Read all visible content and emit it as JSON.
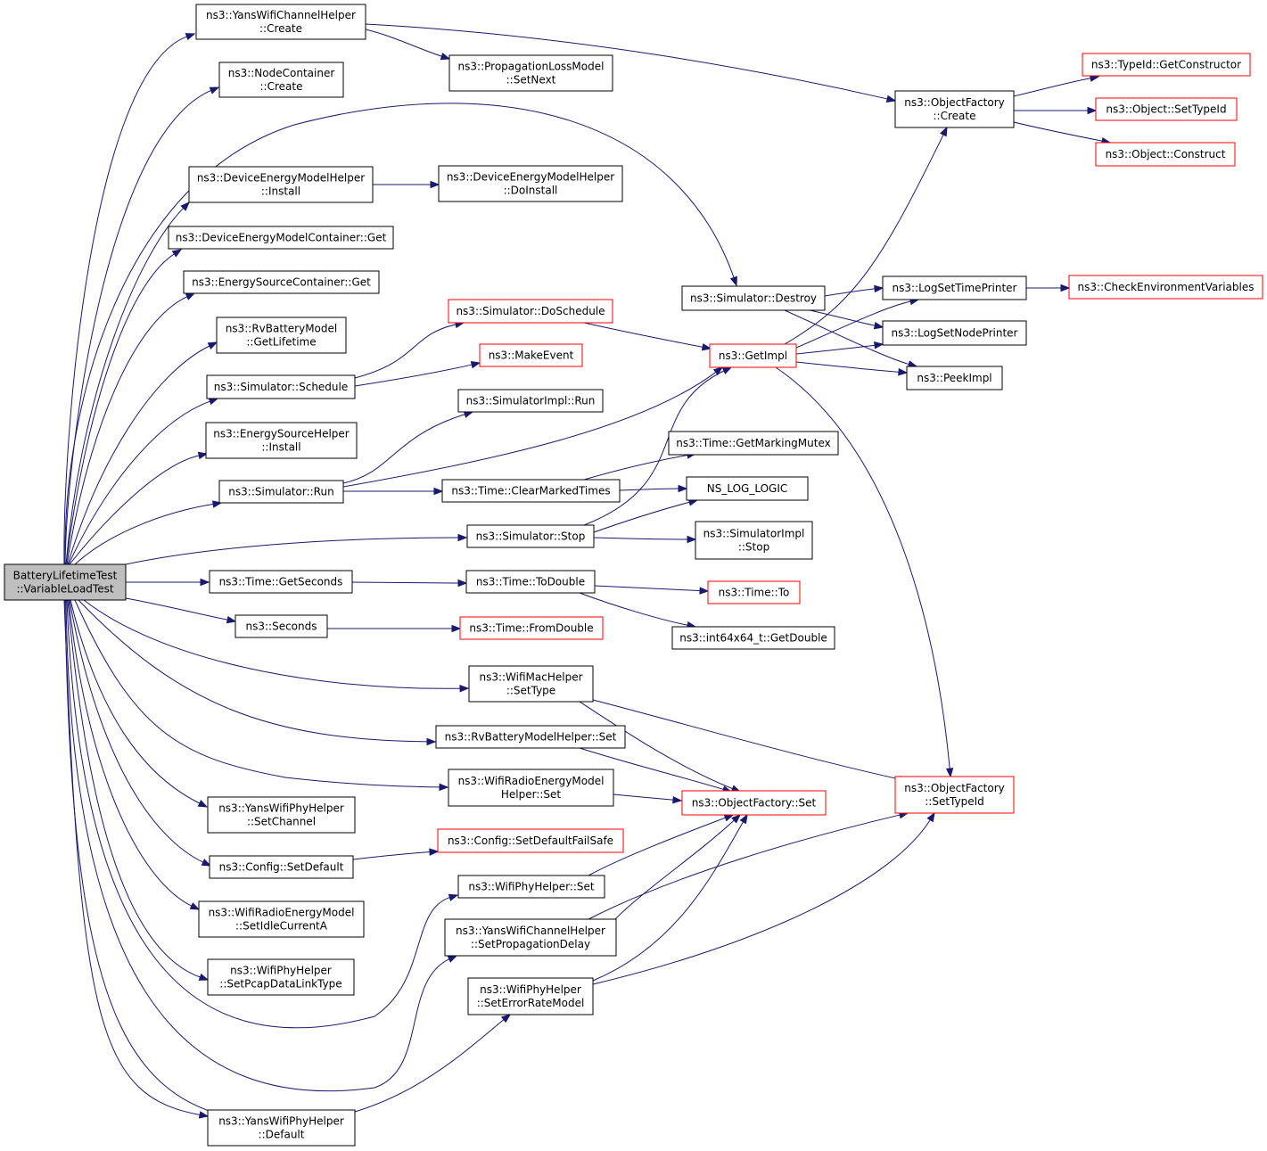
{
  "diagram": {
    "colors": {
      "edge": "#191970",
      "node_border": "#000000",
      "truncated_node_border": "#ff0000",
      "root_fill": "#bfbfbf",
      "node_fill": "#ffffff"
    },
    "nodes": [
      {
        "id": "root",
        "lines": [
          "BatteryLifetimeTest",
          "::VariableLoadTest"
        ],
        "style": "root"
      },
      {
        "id": "yans_chan_create",
        "lines": [
          "ns3::YansWifiChannelHelper",
          "::Create"
        ],
        "style": "normal"
      },
      {
        "id": "nodecont_create",
        "lines": [
          "ns3::NodeContainer",
          "::Create"
        ],
        "style": "normal"
      },
      {
        "id": "dev_energy_install",
        "lines": [
          "ns3::DeviceEnergyModelHelper",
          "::Install"
        ],
        "style": "normal"
      },
      {
        "id": "dev_energy_cont_get",
        "lines": [
          "ns3::DeviceEnergyModelContainer::Get"
        ],
        "style": "normal"
      },
      {
        "id": "energy_src_cont_get",
        "lines": [
          "ns3::EnergySourceContainer::Get"
        ],
        "style": "normal"
      },
      {
        "id": "rv_get_lifetime",
        "lines": [
          "ns3::RvBatteryModel",
          "::GetLifetime"
        ],
        "style": "normal"
      },
      {
        "id": "sim_schedule",
        "lines": [
          "ns3::Simulator::Schedule"
        ],
        "style": "normal"
      },
      {
        "id": "energy_src_install",
        "lines": [
          "ns3::EnergySourceHelper",
          "::Install"
        ],
        "style": "normal"
      },
      {
        "id": "sim_run",
        "lines": [
          "ns3::Simulator::Run"
        ],
        "style": "normal"
      },
      {
        "id": "time_getseconds",
        "lines": [
          "ns3::Time::GetSeconds"
        ],
        "style": "normal"
      },
      {
        "id": "seconds",
        "lines": [
          "ns3::Seconds"
        ],
        "style": "normal"
      },
      {
        "id": "yans_phy_setchannel",
        "lines": [
          "ns3::YansWifiPhyHelper",
          "::SetChannel"
        ],
        "style": "normal"
      },
      {
        "id": "config_setdefault",
        "lines": [
          "ns3::Config::SetDefault"
        ],
        "style": "normal"
      },
      {
        "id": "wifi_radio_setidle",
        "lines": [
          "ns3::WifiRadioEnergyModel",
          "::SetIdleCurrentA"
        ],
        "style": "normal"
      },
      {
        "id": "wifiphy_setpcap",
        "lines": [
          "ns3::WifiPhyHelper",
          "::SetPcapDataLinkType"
        ],
        "style": "normal"
      },
      {
        "id": "yans_phy_default",
        "lines": [
          "ns3::YansWifiPhyHelper",
          "::Default"
        ],
        "style": "normal"
      },
      {
        "id": "prop_loss_setnext",
        "lines": [
          "ns3::PropagationLossModel",
          "::SetNext"
        ],
        "style": "normal"
      },
      {
        "id": "dev_energy_doinstall",
        "lines": [
          "ns3::DeviceEnergyModelHelper",
          "::DoInstall"
        ],
        "style": "normal"
      },
      {
        "id": "sim_doschedule",
        "lines": [
          "ns3::Simulator::DoSchedule"
        ],
        "style": "red"
      },
      {
        "id": "make_event",
        "lines": [
          "ns3::MakeEvent"
        ],
        "style": "red"
      },
      {
        "id": "simimpl_run",
        "lines": [
          "ns3::SimulatorImpl::Run"
        ],
        "style": "normal"
      },
      {
        "id": "time_clearmarked",
        "lines": [
          "ns3::Time::ClearMarkedTimes"
        ],
        "style": "normal"
      },
      {
        "id": "sim_stop",
        "lines": [
          "ns3::Simulator::Stop"
        ],
        "style": "normal"
      },
      {
        "id": "time_todouble",
        "lines": [
          "ns3::Time::ToDouble"
        ],
        "style": "normal"
      },
      {
        "id": "time_fromdouble",
        "lines": [
          "ns3::Time::FromDouble"
        ],
        "style": "red"
      },
      {
        "id": "wifimac_settype",
        "lines": [
          "ns3::WifiMacHelper",
          "::SetType"
        ],
        "style": "normal"
      },
      {
        "id": "rv_helper_set",
        "lines": [
          "ns3::RvBatteryModelHelper::Set"
        ],
        "style": "normal"
      },
      {
        "id": "wifi_radio_helper_set",
        "lines": [
          "ns3::WifiRadioEnergyModel",
          "Helper::Set"
        ],
        "style": "normal"
      },
      {
        "id": "config_setdefaultfailsafe",
        "lines": [
          "ns3::Config::SetDefaultFailSafe"
        ],
        "style": "red"
      },
      {
        "id": "wifiphy_set",
        "lines": [
          "ns3::WifiPhyHelper::Set"
        ],
        "style": "normal"
      },
      {
        "id": "yans_chan_setpropdelay",
        "lines": [
          "ns3::YansWifiChannelHelper",
          "::SetPropagationDelay"
        ],
        "style": "normal"
      },
      {
        "id": "wifiphy_seterrorrate",
        "lines": [
          "ns3::WifiPhyHelper",
          "::SetErrorRateModel"
        ],
        "style": "normal"
      },
      {
        "id": "sim_destroy",
        "lines": [
          "ns3::Simulator::Destroy"
        ],
        "style": "normal"
      },
      {
        "id": "getimpl",
        "lines": [
          "ns3::GetImpl"
        ],
        "style": "red"
      },
      {
        "id": "time_getmarkingmutex",
        "lines": [
          "ns3::Time::GetMarkingMutex"
        ],
        "style": "normal"
      },
      {
        "id": "ns_log_logic",
        "lines": [
          "NS_LOG_LOGIC"
        ],
        "style": "normal"
      },
      {
        "id": "simimpl_stop",
        "lines": [
          "ns3::SimulatorImpl",
          "::Stop"
        ],
        "style": "normal"
      },
      {
        "id": "time_to",
        "lines": [
          "ns3::Time::To"
        ],
        "style": "red"
      },
      {
        "id": "int64_getdouble",
        "lines": [
          "ns3::int64x64_t::GetDouble"
        ],
        "style": "normal"
      },
      {
        "id": "objfactory_set",
        "lines": [
          "ns3::ObjectFactory::Set"
        ],
        "style": "red"
      },
      {
        "id": "objfactory_create",
        "lines": [
          "ns3::ObjectFactory",
          "::Create"
        ],
        "style": "normal"
      },
      {
        "id": "log_settimeprinter",
        "lines": [
          "ns3::LogSetTimePrinter"
        ],
        "style": "normal"
      },
      {
        "id": "log_setnodeprinter",
        "lines": [
          "ns3::LogSetNodePrinter"
        ],
        "style": "normal"
      },
      {
        "id": "peekimpl",
        "lines": [
          "ns3::PeekImpl"
        ],
        "style": "normal"
      },
      {
        "id": "objfactory_settypeid",
        "lines": [
          "ns3::ObjectFactory",
          "::SetTypeId"
        ],
        "style": "red"
      },
      {
        "id": "typeid_getconstructor",
        "lines": [
          "ns3::TypeId::GetConstructor"
        ],
        "style": "red"
      },
      {
        "id": "object_settypeid",
        "lines": [
          "ns3::Object::SetTypeId"
        ],
        "style": "red"
      },
      {
        "id": "object_construct",
        "lines": [
          "ns3::Object::Construct"
        ],
        "style": "red"
      },
      {
        "id": "check_env_vars",
        "lines": [
          "ns3::CheckEnvironmentVariables"
        ],
        "style": "red"
      }
    ],
    "edges": [
      [
        "root",
        "yans_chan_create"
      ],
      [
        "root",
        "nodecont_create"
      ],
      [
        "root",
        "sim_destroy"
      ],
      [
        "root",
        "dev_energy_install"
      ],
      [
        "root",
        "dev_energy_cont_get"
      ],
      [
        "root",
        "energy_src_cont_get"
      ],
      [
        "root",
        "rv_get_lifetime"
      ],
      [
        "root",
        "sim_schedule"
      ],
      [
        "root",
        "energy_src_install"
      ],
      [
        "root",
        "sim_run"
      ],
      [
        "root",
        "sim_stop"
      ],
      [
        "root",
        "time_getseconds"
      ],
      [
        "root",
        "seconds"
      ],
      [
        "root",
        "wifimac_settype"
      ],
      [
        "root",
        "rv_helper_set"
      ],
      [
        "root",
        "wifi_radio_helper_set"
      ],
      [
        "root",
        "yans_phy_setchannel"
      ],
      [
        "root",
        "config_setdefault"
      ],
      [
        "root",
        "wifi_radio_setidle"
      ],
      [
        "root",
        "wifiphy_setpcap"
      ],
      [
        "root",
        "wifiphy_set"
      ],
      [
        "root",
        "yans_chan_setpropdelay"
      ],
      [
        "root",
        "wifiphy_seterrorrate"
      ],
      [
        "root",
        "yans_phy_default"
      ],
      [
        "yans_chan_create",
        "prop_loss_setnext"
      ],
      [
        "yans_chan_create",
        "objfactory_create"
      ],
      [
        "dev_energy_install",
        "dev_energy_doinstall"
      ],
      [
        "sim_schedule",
        "sim_doschedule"
      ],
      [
        "sim_schedule",
        "make_event"
      ],
      [
        "sim_doschedule",
        "getimpl"
      ],
      [
        "sim_run",
        "simimpl_run"
      ],
      [
        "sim_run",
        "getimpl"
      ],
      [
        "sim_run",
        "time_clearmarked"
      ],
      [
        "time_clearmarked",
        "time_getmarkingmutex"
      ],
      [
        "time_clearmarked",
        "ns_log_logic"
      ],
      [
        "sim_stop",
        "getimpl"
      ],
      [
        "sim_stop",
        "ns_log_logic"
      ],
      [
        "sim_stop",
        "simimpl_stop"
      ],
      [
        "time_getseconds",
        "time_todouble"
      ],
      [
        "time_todouble",
        "time_to"
      ],
      [
        "time_todouble",
        "int64_getdouble"
      ],
      [
        "seconds",
        "time_fromdouble"
      ],
      [
        "wifimac_settype",
        "objfactory_set"
      ],
      [
        "wifimac_settype",
        "objfactory_settypeid"
      ],
      [
        "rv_helper_set",
        "objfactory_set"
      ],
      [
        "wifi_radio_helper_set",
        "objfactory_set"
      ],
      [
        "config_setdefault",
        "config_setdefaultfailsafe"
      ],
      [
        "wifiphy_set",
        "objfactory_set"
      ],
      [
        "yans_chan_setpropdelay",
        "objfactory_set"
      ],
      [
        "yans_chan_setpropdelay",
        "objfactory_settypeid"
      ],
      [
        "wifiphy_seterrorrate",
        "objfactory_set"
      ],
      [
        "wifiphy_seterrorrate",
        "objfactory_settypeid"
      ],
      [
        "sim_destroy",
        "log_settimeprinter"
      ],
      [
        "sim_destroy",
        "log_setnodeprinter"
      ],
      [
        "sim_destroy",
        "peekimpl"
      ],
      [
        "getimpl",
        "objfactory_create"
      ],
      [
        "getimpl",
        "log_settimeprinter"
      ],
      [
        "getimpl",
        "log_setnodeprinter"
      ],
      [
        "getimpl",
        "peekimpl"
      ],
      [
        "getimpl",
        "objfactory_settypeid"
      ],
      [
        "log_settimeprinter",
        "check_env_vars"
      ],
      [
        "objfactory_create",
        "typeid_getconstructor"
      ],
      [
        "objfactory_create",
        "object_settypeid"
      ],
      [
        "objfactory_create",
        "object_construct"
      ]
    ]
  }
}
